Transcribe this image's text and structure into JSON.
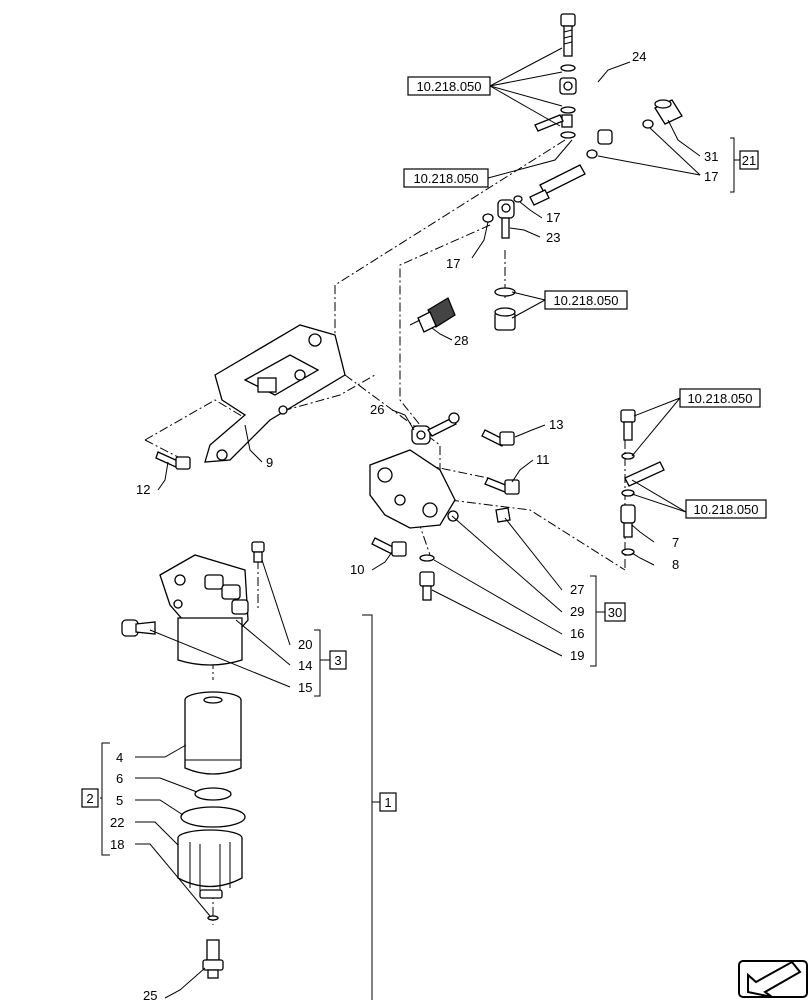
{
  "callouts": {
    "c1": "1",
    "c2": "2",
    "c3": "3",
    "c4": "4",
    "c5": "5",
    "c6": "6",
    "c7": "7",
    "c8": "8",
    "c9": "9",
    "c10": "10",
    "c11": "11",
    "c12": "12",
    "c13": "13",
    "c14": "14",
    "c15": "15",
    "c16": "16",
    "c17a": "17",
    "c17b": "17",
    "c17c": "17",
    "c18": "18",
    "c19": "19",
    "c20": "20",
    "c21": "21",
    "c22": "22",
    "c23": "23",
    "c24": "24",
    "c25": "25",
    "c26": "26",
    "c27": "27",
    "c28": "28",
    "c29": "29",
    "c30": "30",
    "c31": "31"
  },
  "references": {
    "ref_top": "10.218.050",
    "ref_mid": "10.218.050",
    "ref_fitting": "10.218.050",
    "ref_right_top": "10.218.050",
    "ref_right_bottom": "10.218.050"
  },
  "icons": {
    "navigation": "arrow-back-icon"
  }
}
